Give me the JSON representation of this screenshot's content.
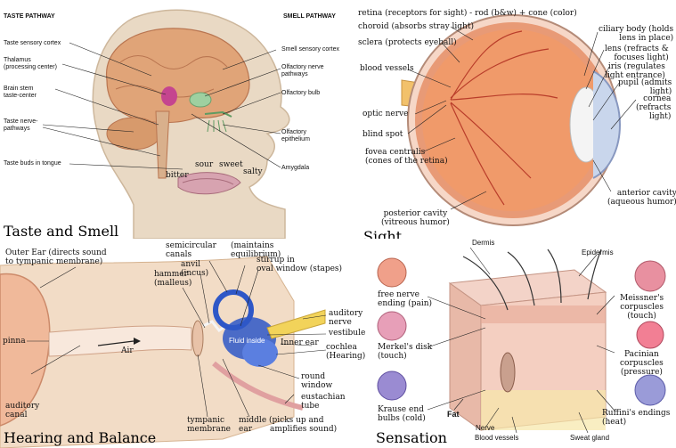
{
  "taste_smell": {
    "caption": "Taste and Smell",
    "header_left": "TASTE PATHWAY",
    "header_right": "SMELL PATHWAY",
    "labels": {
      "taste_cortex": "Taste sensory cortex",
      "thalamus": "Thalamus\n(processing center)",
      "brainstem": "Brain stem\ntaste-center",
      "taste_nerve": "Taste nerve-\npathways",
      "taste_buds": "Taste buds in tongue",
      "smell_cortex": "Smell sensory cortex",
      "olfactory_nerve": "Olfactory nerve\npathways",
      "olfactory_bulb": "Olfactory bulb",
      "olfactory_epi": "Olfactory\nepithelium",
      "amygdala": "Amygdala",
      "sour": "sour",
      "sweet": "sweet",
      "bitter": "bitter",
      "salty": "salty"
    }
  },
  "sight": {
    "caption": "Sight",
    "labels": {
      "retina": "retina (receptors for sight) - rod (b&w) + cone (color)",
      "choroid": "choroid (absorbs stray light)",
      "sclera": "sclera (protects eyeball)",
      "blood_vessels": "blood vessels",
      "optic_nerve": "optic nerve",
      "blind_spot": "blind spot",
      "fovea": "fovea centralis\n(cones of the retina)",
      "posterior": "posterior cavity\n(vitreous humor)",
      "ciliary": "ciliary body (holds\nlens in place)",
      "lens": "lens (refracts &\nfocuses light)",
      "iris": "iris (regulates\nlight entrance)",
      "pupil": "pupil (admits\nlight)",
      "cornea": "cornea\n(refracts\nlight)",
      "anterior": "anterior cavity\n(aqueous humor)"
    }
  },
  "hearing": {
    "caption": "Hearing and Balance",
    "labels": {
      "outer_ear": "Outer Ear (directs sound\nto tympanic membrane)",
      "semicircular": "semicircular\ncanals",
      "maintains": "(maintains\nequilibrium)",
      "anvil": "anvil\n(incus)",
      "hammer": "hammer\n(malleus)",
      "stirrup": "stirrup in\noval window (stapes)",
      "auditory_nerve": "auditory\nnerve",
      "vestibule": "vestibule",
      "fluid_inside": "Fluid inside",
      "inner_ear": "Inner ear",
      "cochlea": "cochlea\n(Hearing)",
      "pinna": "pinna",
      "air": "Air",
      "round_window": "round\nwindow",
      "eustachian": "eustachian\ntube",
      "auditory_canal": "auditory\ncanal",
      "tympanic": "tympanic\nmembrane",
      "middle_ear": "middle (picks up and\near       amplifies sound)"
    }
  },
  "sensation": {
    "caption": "Sensation",
    "labels": {
      "dermis": "Dermis",
      "epidermis": "Epidermis",
      "free_nerve": "free nerve\nending (pain)",
      "merkel": "Merkel's disk\n(touch)",
      "krause": "Krause end\nbulbs (cold)",
      "meissner": "Meissner's\ncorpuscles\n(touch)",
      "pacinian": "Pacinian\ncorpuscles\n(pressure)",
      "ruffini": "Ruffini's endings\n(heat)",
      "fat": "Fat",
      "nerve": "Nerve",
      "blood_vessels": "Blood vessels",
      "sweat_gland": "Sweat gland"
    }
  }
}
